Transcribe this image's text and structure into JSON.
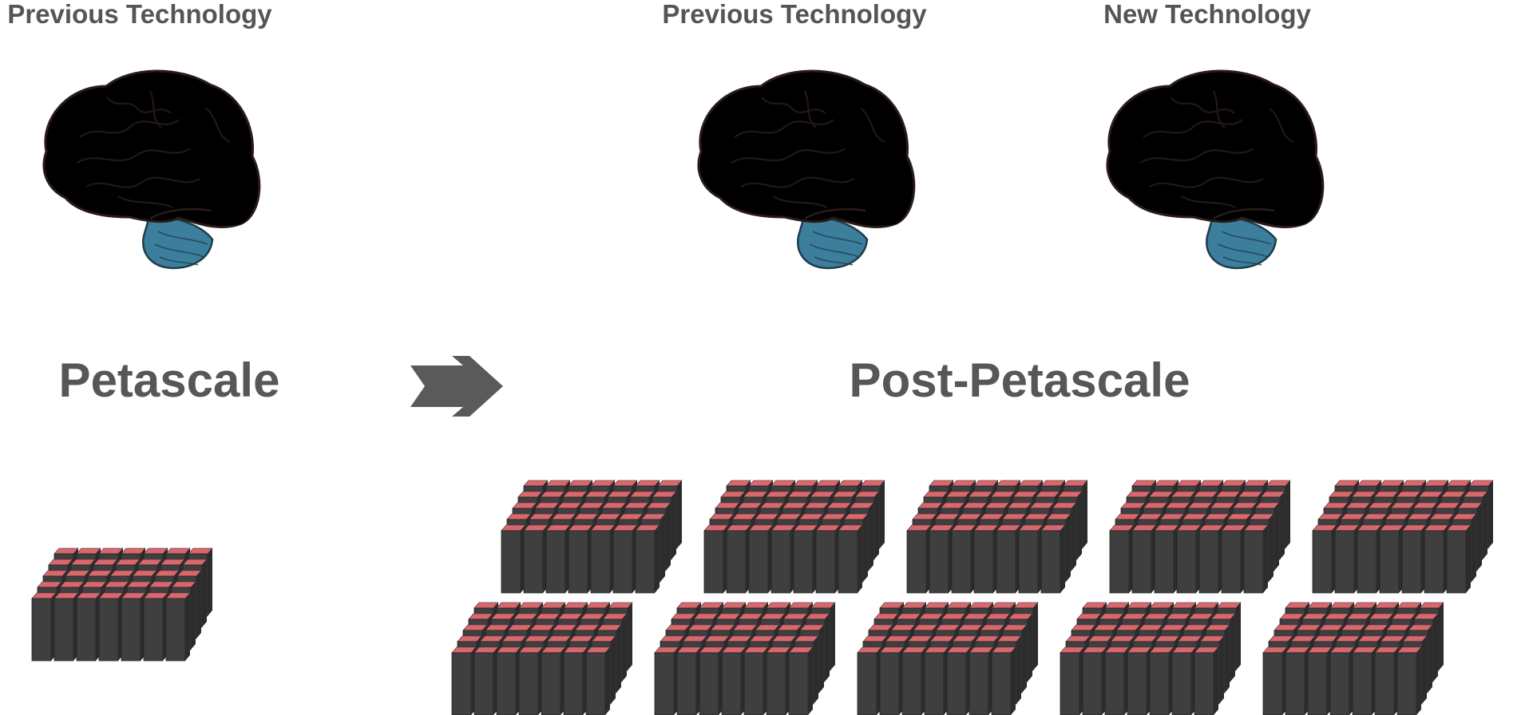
{
  "colors": {
    "brain_previous": "#f4aaaa",
    "brain_new": "#e8696e",
    "brain_highlight": "#e0666c",
    "cerebellum": "#3b7f9c",
    "server_side": "#3f3f3f",
    "server_top": "#d9686e",
    "arrow": "#5a5a5a",
    "text": "#555555"
  },
  "labels": {
    "left_brain": "Previous Technology",
    "right_prev_brain": "Previous Technology",
    "right_new_brain": "New Technology",
    "petascale": "Petascale",
    "post_petascale": "Post-Petascale"
  },
  "icons": {
    "brain": "brain-icon",
    "arrow": "right-arrow-icon",
    "server_block": "server-rack-icon"
  }
}
